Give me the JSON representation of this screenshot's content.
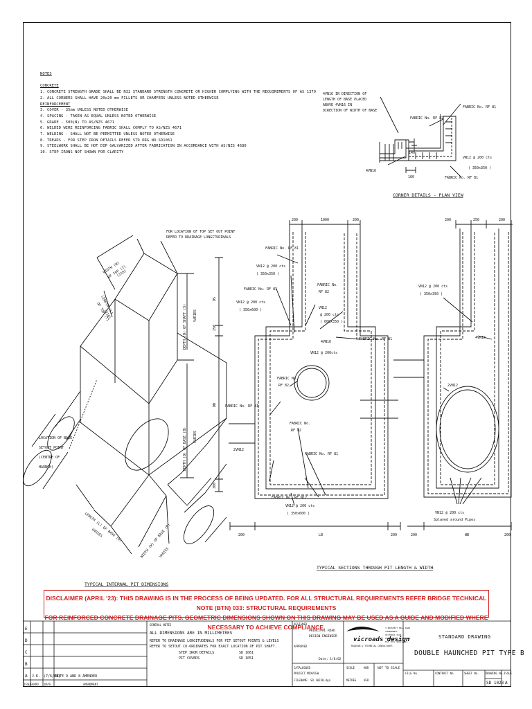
{
  "notes": {
    "heading": "NOTES",
    "concrete_heading": "CONCRETE",
    "concrete": [
      "1. CONCRETE STRENGTH GRADE SHALL BE N32 STANDARD STRENGTH CONCRETE OR HIGHER COMPLYING WITH THE REQUIREMENTS OF AS 1379",
      "2. ALL CORNERS SHALL HAVE 20x20 mm FILLETS OR CHAMFERS UNLESS NOTED OTHERWISE"
    ],
    "reinforcement_heading": "REINFORCEMENT",
    "reinforcement": [
      "3. COVER    - 35mm UNLESS NOTED OTHERWISE",
      "4. SPACING  - TAKEN AS EQUAL UNLESS NOTED OTHERWISE",
      "5. GRADE    - 500(N) TO AS/NZS 4671",
      "6. WELDED WIRE REINFORCING FABRIC SHALL COMPLY TO AS/NZS 4671",
      "7. WELDING  - SHALL NOT BE PERMITTED UNLESS NOTED OTHERWISE",
      "8. TREADS   - FOR STEP IRON DETAILS REFER STD.DRG.NO.SD1061",
      "9. STEELWORK SHALL BE HOT DIP GALVANIZED AFTER FABRICATION IN ACCORDANCE WITH AS/NZS 4680",
      "10. STEP IRONS NOT SHOWN FOR CLARITY"
    ]
  },
  "corner": {
    "note_lines": [
      "4VN16 IN DIRECTION OF",
      "LENGTH OF BASE PLACED",
      "ABOVE 4VN16 IN",
      "DIRECTION OF WIDTH OF BASE"
    ],
    "fabric_rf82": "FABRIC No. RF 82",
    "fabric_rf81": "FABRIC No. RF 81",
    "fabric_rf81_low": "FABRIC No. RF 81",
    "bar": "VN12 @ 200 cts",
    "bar_size": "( 350x350 )",
    "left_bar": "4VN16",
    "dim_140": "140",
    "dim_160": "160",
    "title": "CORNER DETAILS - PLAN VIEW"
  },
  "iso": {
    "note": [
      "FOR LOCATION OF TOP SET OUT POINT",
      "REFER TO DRAINAGE LONGITUDINALS"
    ],
    "width_top": [
      "WIDTH (W)",
      "OF TOP (T)",
      "(210)"
    ],
    "length_top": [
      "LENGTH (L)",
      "OF TOP (T)",
      "(210)"
    ],
    "depth_shaft": "DEPTH (D) OF SHAFT (S)",
    "depth_base": "DEPTH (D) OF BASE (B)",
    "varies": "VARIES",
    "base_setout": [
      "LOCATION OF BASE",
      "SETOUT POINT",
      "(CENTRE OF",
      "HAUNCH)"
    ],
    "length_base": "LENGTH (L) OF BASE (B)",
    "width_base": "WIDTH (W) OF BASE (B)",
    "title": "TYPICAL INTERNAL PIT DIMENSIONS"
  },
  "section": {
    "dims_top": [
      "200",
      "1000",
      "200"
    ],
    "dims_top_right": [
      "200",
      "250",
      "200"
    ],
    "fabric_rf81": "FABRIC No. RF 81",
    "bar_1": [
      "VN12 @ 200 cts",
      "( 350x350 )"
    ],
    "fabric_rf81b": "FABRIC No. RF 81",
    "fabric_rf82": [
      "FABRIC No.",
      "RF 82"
    ],
    "bar_2": [
      "VN12 @ 200 cts",
      "( 350x600 )"
    ],
    "bar_3": [
      "VN12",
      "@ 200 cts",
      "( 600x350 )"
    ],
    "bar_4": "4VN16",
    "bar_5": "VN12 @ 200cts",
    "fabric_rf81c": "FABRIC No. RF 81",
    "fabric_rf82b": [
      "FABRIC No.",
      "RF 82"
    ],
    "fabric_rf81d": "FABRIC No. RF 81",
    "fabric_rf82c": [
      "FABRIC No.",
      "RF 82"
    ],
    "bar_6": "2VN12",
    "fabric_rf81e": "FABRIC No. RF 81",
    "fabric_n12": "FABRIC No. RF N12",
    "bar_7": [
      "VN12 @ 200 cts",
      "( 350x600 )"
    ],
    "ds": "DS",
    "db": "DB",
    "dim_250": "250",
    "dim_300": "300",
    "dims_bottom": [
      "200",
      "LB",
      "200"
    ],
    "dims_bottom_right": [
      "200",
      "WB",
      "200"
    ],
    "right_bar_1": [
      "VN12 @ 200 cts",
      "( 350x350 )"
    ],
    "right_bar_2": "4VN16",
    "right_bar_3": "2VN12",
    "right_bar_4": [
      "VN12 @ 200 cts",
      "Splayed around Pipes"
    ],
    "title": "TYPICAL SECTIONS THROUGH PIT LENGTH & WIDTH"
  },
  "disclaimer": {
    "line1": "DISCLAIMER (APRIL '23): THIS DRAWING IS IN THE PROCESS OF BEING UPDATED. FOR ALL STRUCTURAL REQUIREMENTS REFER BRIDGE TECHNICAL NOTE (BTN) 033: STRUCTURAL REQUIREMENTS",
    "line2": "FOR REINFORCED CONCRETE DRAINAGE PITS. GEOMETRIC DIMENSIONS SHOWN ON THIS DRAWING MAY BE USED AS A GUIDE AND MODIFIED WHERE NECESSARY TO ACHIEVE COMPLIANCE."
  },
  "titleblock": {
    "revisions": [
      "E",
      "D",
      "C",
      "B",
      "A"
    ],
    "rev_a": {
      "appd": "J.K.",
      "date": "(7/6/03)",
      "amendment": "NOTE 9 AND 8 AMENDED"
    },
    "rev_headers": [
      "ISSUE",
      "APPD",
      "DATE",
      "AMENDMENT"
    ],
    "general_notes_heading": "GENERAL NOTES",
    "general_notes": [
      "ALL DIMENSIONS ARE IN MILLIMETRES",
      "REFER TO DRAINAGE LONGITUDINALS FOR PIT SETOUT POINTS & LEVELS",
      "REFER TO SETOUT CO-ORDINATES FOR EXACT LOCATION OF PIT SHAFT."
    ],
    "refs": [
      {
        "label": "STEP IRON DETAILS",
        "value": "SD 1061"
      },
      {
        "label": "PIT COVERS",
        "value": "SD 1051"
      }
    ],
    "designer_label": "DESIGNED",
    "designer": [
      "PRINCIPAL ROAD",
      "DESIGN ENGINEER"
    ],
    "approved_label": "APPROVED",
    "date_sign": "Date: 1/8/02",
    "catalogued": "CATALOGUED",
    "project": "PROJECT MOXVIEW",
    "filename": "FILENAME: SD 1023B.dgn",
    "logo": "vicroads design",
    "logo_sub": "ROADING & TECHNICAL CONSULTANTS",
    "address": [
      "3 PROSPECT HILL ROAD",
      "CAMBERWELL",
      "VICTORIA 3124",
      "PHONE (03) 9811 8000",
      "FAX (03) 9811 8011"
    ],
    "scale_label": "SCALE",
    "scale_value": "NOT TO SCALE",
    "horiz": "HOR",
    "vert": "VER",
    "metres": "METRES",
    "standard": "STANDARD DRAWING",
    "title": "DOUBLE HAUNCHED PIT TYPE B",
    "file_no": "FILE No.",
    "contract_no": "CONTRACT No.",
    "sheet_no": "SHEET No.",
    "drawing_no_label": "DRAWING No.",
    "drawing_no": "SD 1023",
    "issue_label": "ISSUE",
    "issue": "A"
  }
}
